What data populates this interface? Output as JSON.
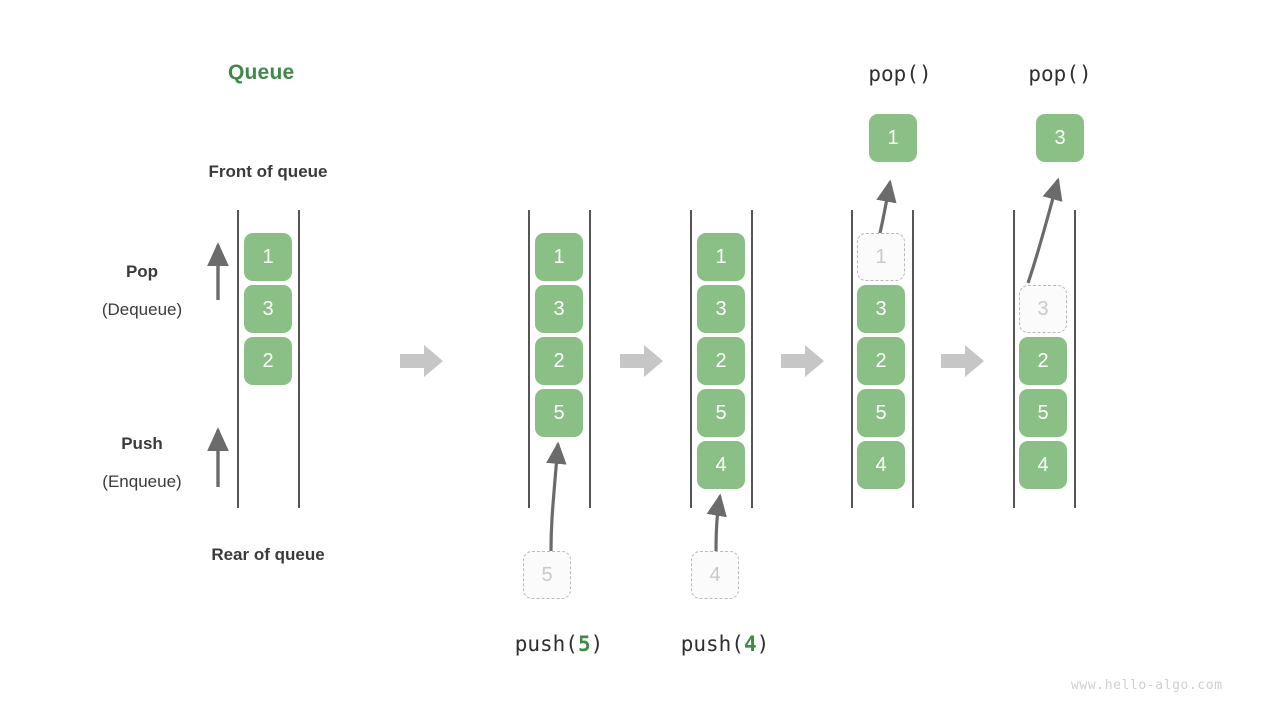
{
  "diagram": {
    "title": "Queue",
    "title_color": "#3e8a47",
    "cell_color": "#8ac086",
    "ghost_color": "#c9c9c9",
    "arrow_color": "#6b6b6b",
    "block_arrow_color": "#c6c6c6",
    "watermark": "www.hello-algo.com"
  },
  "labels": {
    "front_of_queue": "Front of queue",
    "rear_of_queue": "Rear of queue",
    "pop_title": "Pop",
    "pop_sub": "(Dequeue)",
    "push_title": "Push",
    "push_sub": "(Enqueue)"
  },
  "operations": {
    "push5_prefix": "push(",
    "push5_value": "5",
    "push5_suffix": ")",
    "push4_prefix": "push(",
    "push4_value": "4",
    "push4_suffix": ")",
    "pop1_label": "pop()",
    "pop2_label": "pop()"
  },
  "stages": [
    {
      "id": "initial",
      "cells": [
        {
          "value": "1",
          "state": "filled"
        },
        {
          "value": "3",
          "state": "filled"
        },
        {
          "value": "2",
          "state": "filled"
        }
      ]
    },
    {
      "id": "after-push-5",
      "cells": [
        {
          "value": "1",
          "state": "filled"
        },
        {
          "value": "3",
          "state": "filled"
        },
        {
          "value": "2",
          "state": "filled"
        },
        {
          "value": "5",
          "state": "filled"
        }
      ],
      "incoming": {
        "value": "5",
        "state": "ghost"
      }
    },
    {
      "id": "after-push-4",
      "cells": [
        {
          "value": "1",
          "state": "filled"
        },
        {
          "value": "3",
          "state": "filled"
        },
        {
          "value": "2",
          "state": "filled"
        },
        {
          "value": "5",
          "state": "filled"
        },
        {
          "value": "4",
          "state": "filled"
        }
      ],
      "incoming": {
        "value": "4",
        "state": "ghost"
      }
    },
    {
      "id": "after-pop-1",
      "cells": [
        {
          "value": "1",
          "state": "ghost"
        },
        {
          "value": "3",
          "state": "filled"
        },
        {
          "value": "2",
          "state": "filled"
        },
        {
          "value": "5",
          "state": "filled"
        },
        {
          "value": "4",
          "state": "filled"
        }
      ],
      "outgoing": {
        "value": "1",
        "state": "filled"
      }
    },
    {
      "id": "after-pop-3",
      "cells": [
        {
          "value": "",
          "state": "empty"
        },
        {
          "value": "3",
          "state": "ghost"
        },
        {
          "value": "2",
          "state": "filled"
        },
        {
          "value": "5",
          "state": "filled"
        },
        {
          "value": "4",
          "state": "filled"
        }
      ],
      "outgoing": {
        "value": "3",
        "state": "filled"
      }
    }
  ]
}
